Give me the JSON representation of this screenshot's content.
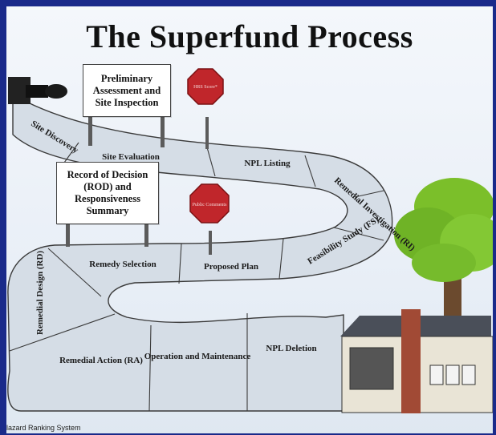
{
  "title": "The Superfund Process",
  "steps": {
    "site_discovery": "Site Discovery",
    "site_evaluation": "Site Evaluation",
    "npl_listing": "NPL Listing",
    "remedial_investigation": "Remedial Investigation (RI)",
    "feasibility_study": "Feasibility Study (FS)",
    "proposed_plan": "Proposed Plan",
    "remedy_selection": "Remedy Selection",
    "remedial_design": "Remedial Design (RD)",
    "remedial_action": "Remedial Action (RA)",
    "operation_maintenance": "Operation and Maintenance",
    "npl_deletion": "NPL Deletion"
  },
  "boards": {
    "preliminary": "Preliminary\nAssessment and\nSite Inspection",
    "rod": "Record of Decision\n(ROD) and\nResponsiveness\nSummary"
  },
  "signs": {
    "hrs": "HRS Score*",
    "public": "Public Comments"
  },
  "footnote": "lazard Ranking System",
  "colors": {
    "frame": "#1a2a8a",
    "road": "#d5dde6",
    "stop_sign": "#c0262b",
    "tree": "#7bbf2a",
    "house_roof": "#4a4f59",
    "chimney": "#a14a35"
  },
  "icons": [
    "camera-icon",
    "stop-sign-icon",
    "tree-icon",
    "house-icon"
  ]
}
